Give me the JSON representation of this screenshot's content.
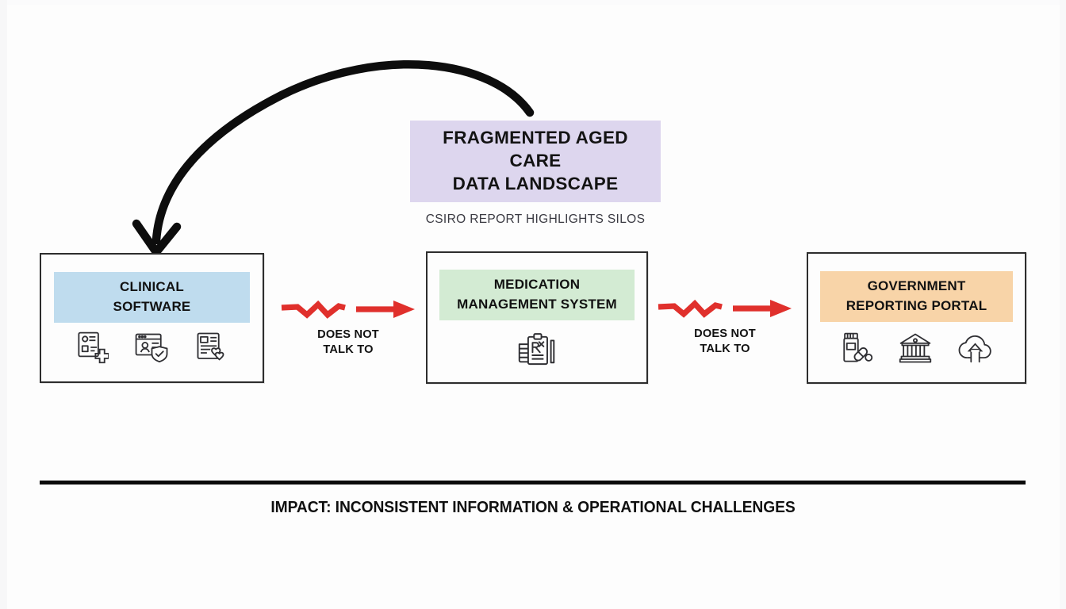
{
  "heading": {
    "title_lines": [
      "FRAGMENTED AGED CARE",
      "DATA LANDSCAPE"
    ],
    "subtitle": "CSIRO REPORT HIGHLIGHTS SILOS",
    "band_color": "#ddd6ee"
  },
  "pointer_arrow": {
    "name": "curved-arrow-from-title-to-clinical-software",
    "color": "#0d0d0d",
    "direction": "title-to-first-box"
  },
  "systems": [
    {
      "id": "clinical",
      "title_lines": [
        "CLINICAL",
        "SOFTWARE"
      ],
      "band_color": "#bfdcee",
      "icons": [
        "patient-record-plus-icon",
        "user-profile-shield-icon",
        "medical-document-heart-icon"
      ]
    },
    {
      "id": "medication",
      "title_lines": [
        "MEDICATION",
        "MANAGEMENT SYSTEM"
      ],
      "band_color": "#d3ebd3",
      "icons": [
        "prescription-clipboard-icon"
      ]
    },
    {
      "id": "government",
      "title_lines": [
        "GOVERNMENT",
        "REPORTING PORTAL"
      ],
      "band_color": "#f8d4a8",
      "icons": [
        "pill-bottle-capsules-icon",
        "government-building-icon",
        "cloud-upload-icon"
      ]
    }
  ],
  "connectors": [
    {
      "id": "conn-1",
      "caption_lines": [
        "DOES NOT",
        "TALK TO"
      ],
      "color": "#e0302c",
      "style": "broken-zigzag-arrow",
      "from": "clinical",
      "to": "medication"
    },
    {
      "id": "conn-2",
      "caption_lines": [
        "DOES NOT",
        "TALK TO"
      ],
      "color": "#e0302c",
      "style": "broken-zigzag-arrow",
      "from": "medication",
      "to": "government"
    }
  ],
  "footer": {
    "impact_text": "IMPACT: INCONSISTENT INFORMATION & OPERATIONAL CHALLENGES",
    "rule_color": "#0b0b0b"
  }
}
